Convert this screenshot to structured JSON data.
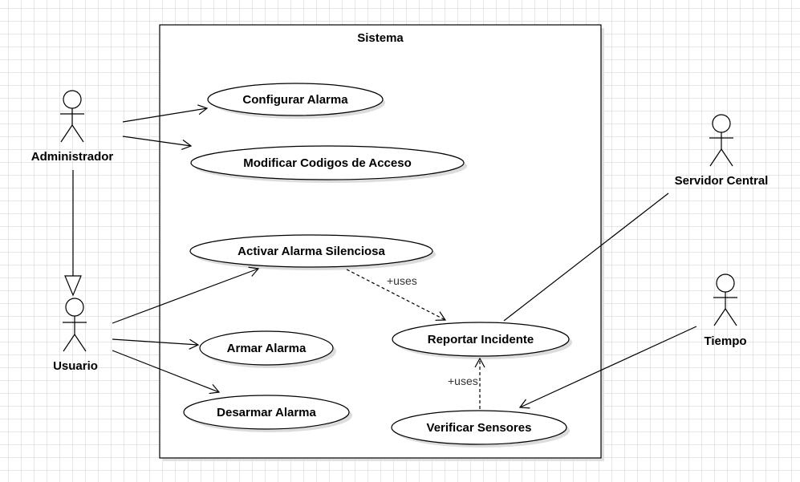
{
  "system": {
    "title": "Sistema"
  },
  "actors": {
    "administrador": "Administrador",
    "usuario": "Usuario",
    "servidor_central": "Servidor Central",
    "tiempo": "Tiempo"
  },
  "use_cases": {
    "configurar_alarma": "Configurar Alarma",
    "modificar_codigos": "Modificar Codigos de Acceso",
    "activar_silenciosa": "Activar Alarma Silenciosa",
    "reportar_incidente": "Reportar Incidente",
    "armar_alarma": "Armar Alarma",
    "desarmar_alarma": "Desarmar Alarma",
    "verificar_sensores": "Verificar Sensores"
  },
  "relations": {
    "uses_1": "+uses",
    "uses_2": "+uses"
  },
  "colors": {
    "line": "#000000",
    "shadow": "#d9d9d9",
    "grid": "#e6e6e6"
  }
}
